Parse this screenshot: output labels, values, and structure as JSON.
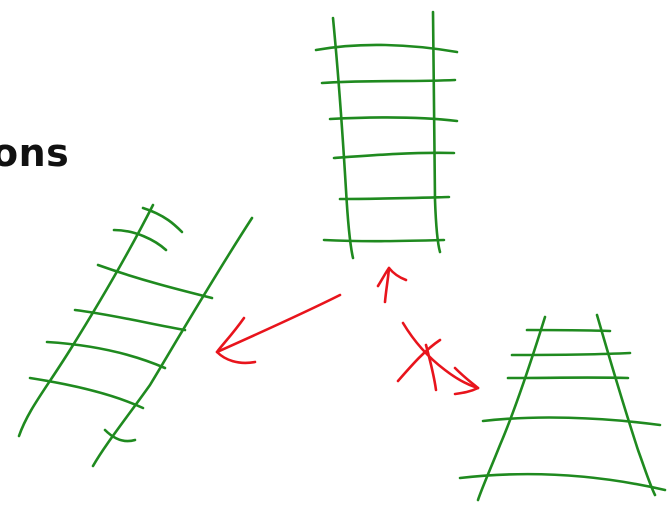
{
  "slide": {
    "partial_title": "ons"
  },
  "colors": {
    "ladder_stroke": "#1f8a1f",
    "arrow_stroke": "#e8141c",
    "text": "#111111",
    "background": "#ffffff"
  },
  "drawing": {
    "ladders": [
      "ladder-upright",
      "ladder-tilted",
      "ladder-perspective"
    ],
    "arrows": [
      "arrow-to-tilted",
      "arrow-to-upright",
      "crossed-arrow-to-perspective"
    ]
  }
}
